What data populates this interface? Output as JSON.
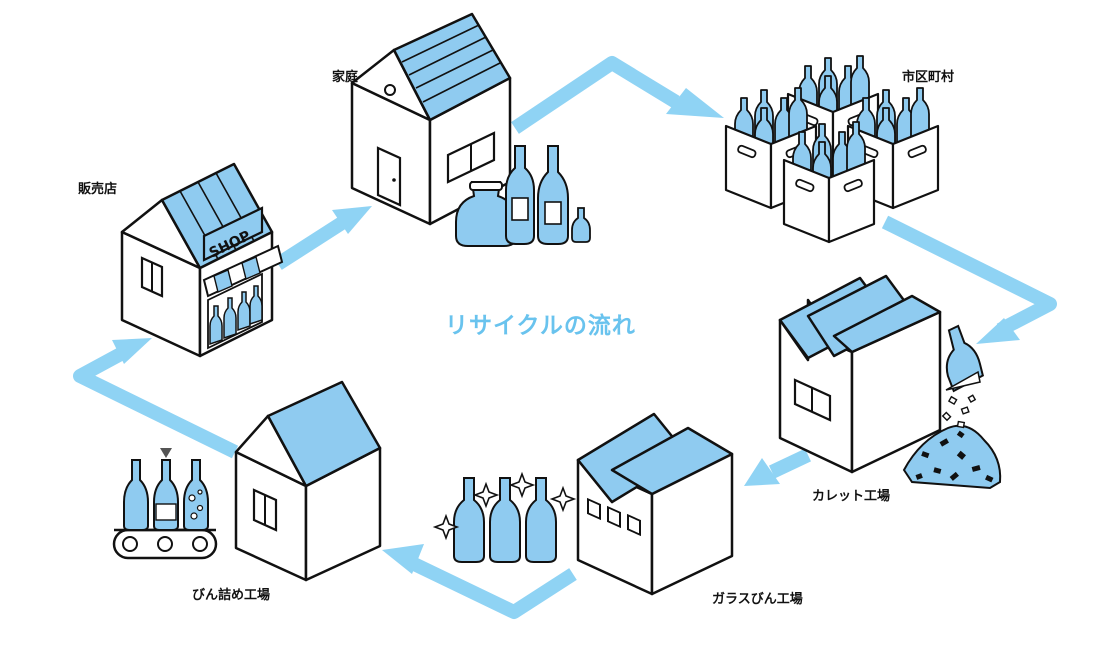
{
  "diagram": {
    "title": "リサイクルの流れ",
    "nodes": [
      {
        "id": "home",
        "label": "家庭"
      },
      {
        "id": "municipality",
        "label": "市区町村"
      },
      {
        "id": "cullet-factory",
        "label": "カレット工場"
      },
      {
        "id": "glass-bottle-factory",
        "label": "ガラスびん工場"
      },
      {
        "id": "bottling-factory",
        "label": "びん詰め工場"
      },
      {
        "id": "store",
        "label": "販売店"
      }
    ],
    "flow": [
      "home",
      "municipality",
      "cullet-factory",
      "glass-bottle-factory",
      "bottling-factory",
      "store",
      "home"
    ],
    "shop_sign": "SHOP"
  },
  "colors": {
    "flow_arrow": "#8fd3f4",
    "accent_fill": "#8fcbf0",
    "title_text": "#69c3ee",
    "outline": "#111111",
    "background": "#ffffff"
  }
}
